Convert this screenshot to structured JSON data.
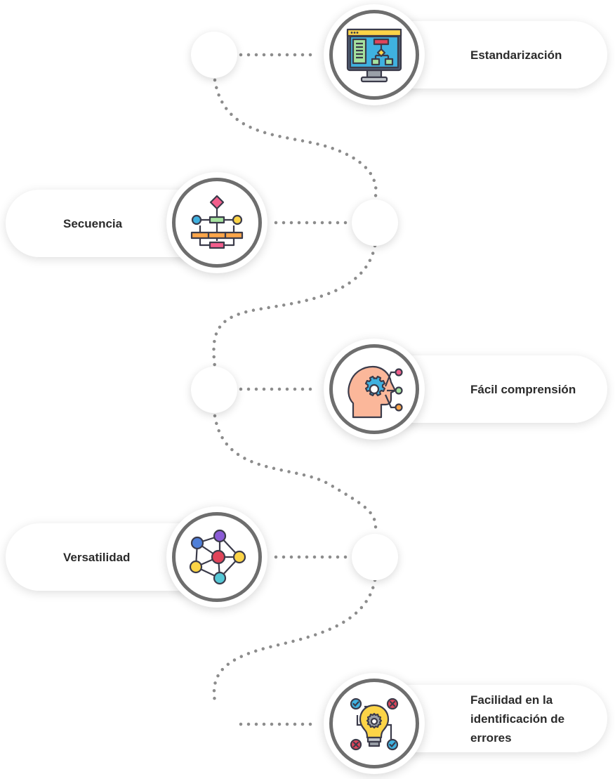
{
  "items": [
    {
      "label": "Estandarización",
      "icon": "monitor-flowchart-icon"
    },
    {
      "label": "Secuencia",
      "icon": "flowchart-diagram-icon"
    },
    {
      "label": "Fácil comprensión",
      "icon": "head-gear-icon"
    },
    {
      "label": "Versatilidad",
      "icon": "network-nodes-icon"
    },
    {
      "label": "Facilidad en la identificación de errores",
      "icon": "lightbulb-check-icon"
    }
  ],
  "colors": {
    "outline": "#3b3b4a",
    "ring": "#6e6e6e",
    "dots": "#8c8c8c",
    "accent_blue": "#3fb1e0",
    "accent_yellow": "#fcd447",
    "accent_orange": "#fba54a",
    "accent_pink": "#f25e8c",
    "accent_green": "#a6e3a0",
    "accent_red": "#e0445a",
    "accent_purple": "#8b5bd6"
  }
}
